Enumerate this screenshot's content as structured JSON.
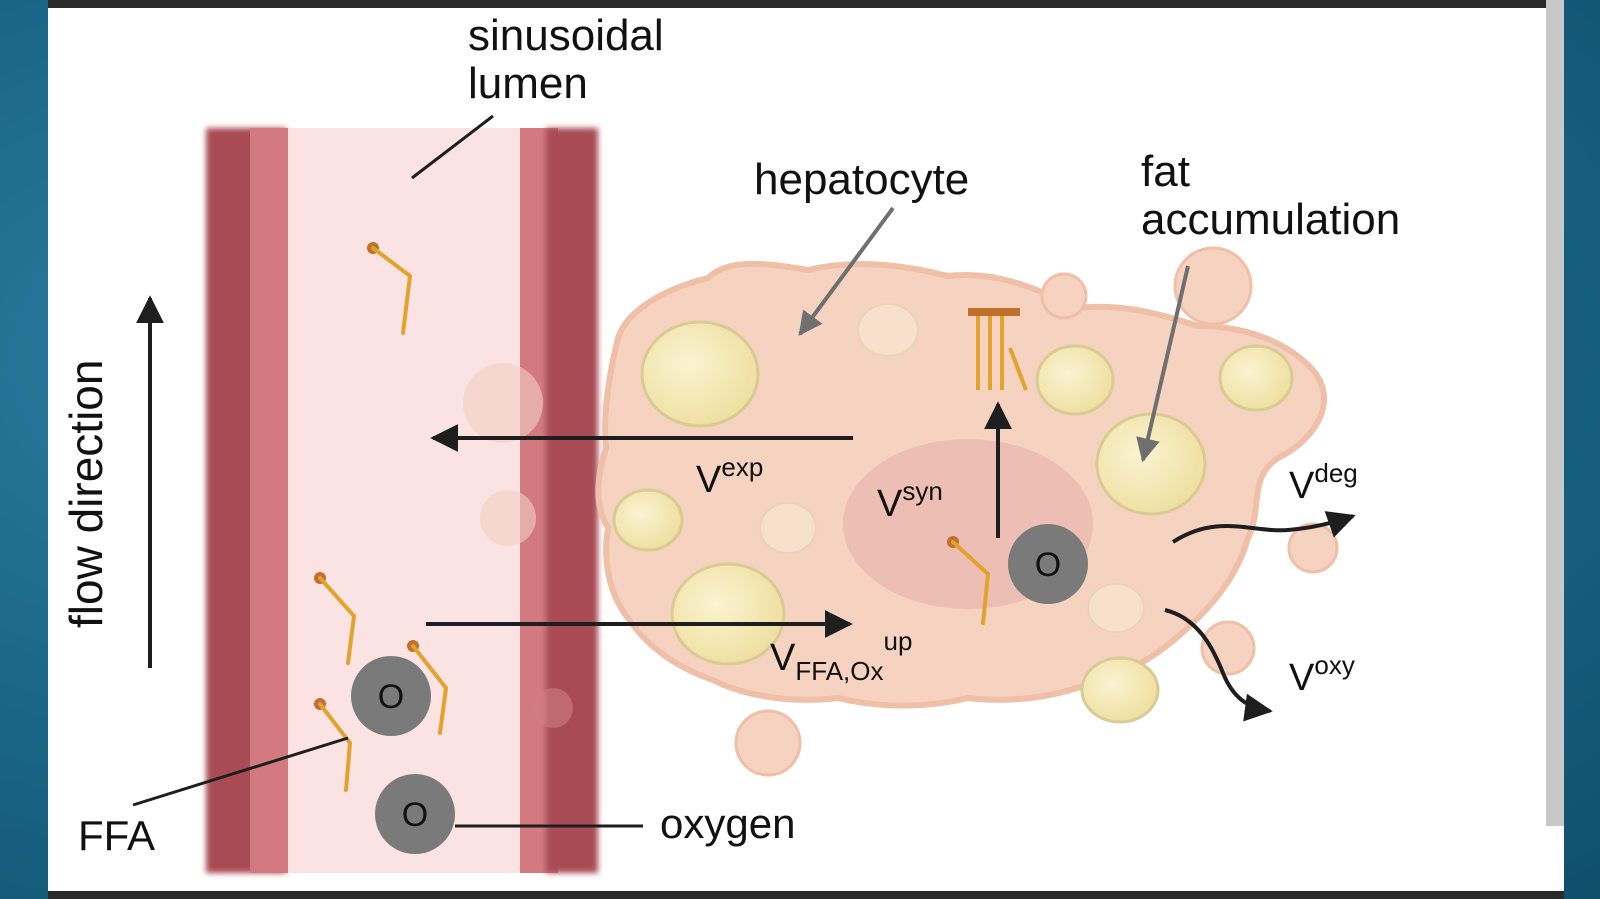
{
  "labels": {
    "sinusoidal_line1": "sinusoidal",
    "sinusoidal_line2": "lumen",
    "hepatocyte": "hepatocyte",
    "fat_line1": "fat",
    "fat_line2": "accumulation",
    "flow_direction": "flow direction",
    "ffa": "FFA",
    "oxygen": "oxygen",
    "oxygen_symbol": "O"
  },
  "rates": {
    "v": "V",
    "exp": "exp",
    "syn": "syn",
    "deg": "deg",
    "oxy": "oxy",
    "up_sub": "FFA,Ox",
    "up_sup": "up"
  },
  "colors": {
    "vessel_dark": "#a94b55",
    "vessel_mid": "#d27a80",
    "lumen": "#fbe3e4",
    "cell": "#f6d2c1",
    "cell_edge": "#efbfa8",
    "droplet": "#f6e9b8",
    "droplet_edge": "#d8cc92",
    "ffa": "#e2a32c",
    "oxygen": "#7a7a7a",
    "arrow": "#1e1e1e"
  }
}
